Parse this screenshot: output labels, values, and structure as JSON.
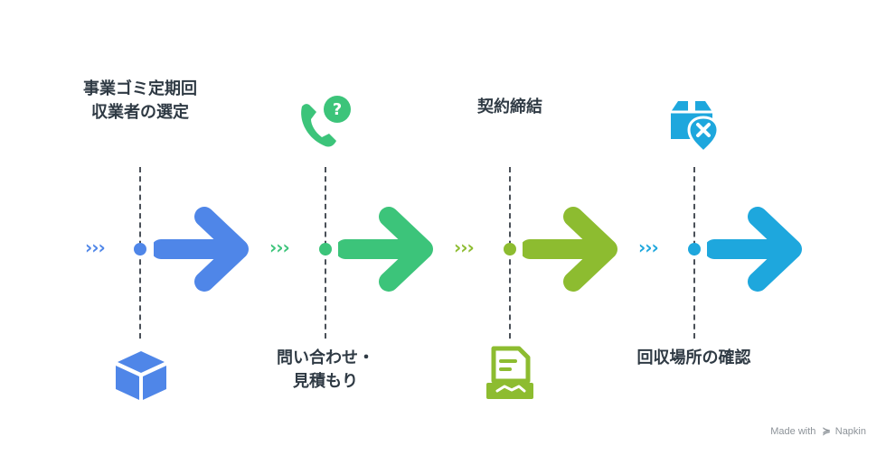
{
  "steps": [
    {
      "label": "事業ゴミ定期回\n収業者の選定",
      "color": "#4f86e8",
      "icon": "box-icon"
    },
    {
      "label": "問い合わせ・\n見積もり",
      "color": "#3cc47a",
      "icon": "phone-question-icon"
    },
    {
      "label": "契約締結",
      "color": "#8dbc30",
      "icon": "contract-handshake-icon"
    },
    {
      "label": "回収場所の確認",
      "color": "#1ea7dd",
      "icon": "package-location-x-icon"
    }
  ],
  "footer": {
    "made_with": "Made with",
    "brand": "Napkin"
  }
}
